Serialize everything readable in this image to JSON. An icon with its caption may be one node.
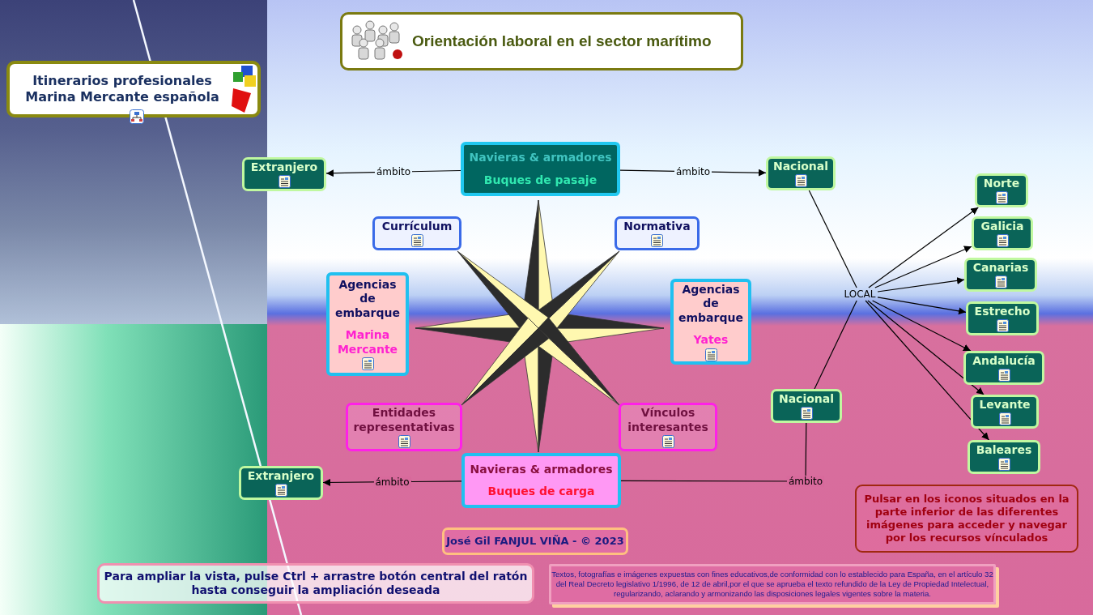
{
  "diagram": {
    "nodes": [
      {
        "text": [
          "Orientación laboral en el sector marítimo"
        ]
      },
      {
        "text": [
          "Itinerarios profesionales Marina Mercante española"
        ]
      },
      {
        "text": [
          "Navieras & armadores",
          "Buques de pasaje"
        ]
      },
      {
        "text": [
          "Extranjero"
        ]
      },
      {
        "text": [
          "Nacional"
        ]
      },
      {
        "text": [
          "Currículum"
        ]
      },
      {
        "text": [
          "Normativa"
        ]
      },
      {
        "text": [
          "Agencias de embarque",
          "Marina Mercante"
        ]
      },
      {
        "text": [
          "Agencias de embarque",
          "Yates"
        ]
      },
      {
        "text": [
          "Entidades representativas"
        ]
      },
      {
        "text": [
          "Vínculos interesantes"
        ]
      },
      {
        "text": [
          "Navieras & armadores",
          "Buques de carga"
        ]
      },
      {
        "text": [
          "Extranjero"
        ]
      },
      {
        "text": [
          "Nacional"
        ]
      },
      {
        "text": [
          "LOCAL"
        ]
      },
      {
        "text": [
          "Norte"
        ]
      },
      {
        "text": [
          "Galicia"
        ]
      },
      {
        "text": [
          "Canarias"
        ]
      },
      {
        "text": [
          "Estrecho"
        ]
      },
      {
        "text": [
          "Andalucía"
        ]
      },
      {
        "text": [
          "Levante"
        ]
      },
      {
        "text": [
          "Baleares"
        ]
      },
      {
        "text": [
          "José Gil FANJUL VIÑA - © 2023"
        ]
      },
      {
        "text": [
          "Para ampliar la vista, pulse Ctrl + arrastre botón central del ratón hasta conseguir la ampliación deseada"
        ]
      },
      {
        "text": [
          "Pulsar en los iconos situados en la parte inferior de las diferentes imágenes para acceder y navegar por los recursos vínculados"
        ]
      },
      {
        "text": [
          "Textos, fotografías e imágenes expuestas con fines educativos,de conformidad con lo establecido para España, en el artículo 32 del Real Decreto legislativo 1/1996, de 12 de abril,por el que se aprueba el texto refundido de la Ley de Propiedad Intelectual, regularizando, aclarando y armonizando las disposiciones legales vigentes sobre la materia."
        ]
      }
    ],
    "edges": [
      {
        "from": 2,
        "to": 3,
        "arrow": "to",
        "label": "ámbito"
      },
      {
        "from": 2,
        "to": 4,
        "arrow": "to",
        "label": "ámbito"
      },
      {
        "from": 11,
        "to": 12,
        "arrow": "to",
        "label": "ámbito"
      },
      {
        "from": 11,
        "to": 13,
        "arrow": "none",
        "label": "ámbito"
      },
      {
        "from": 4,
        "to": 14,
        "arrow": "none"
      },
      {
        "from": 13,
        "to": 14,
        "arrow": "none"
      },
      {
        "from": 14,
        "to": 15,
        "arrow": "to"
      },
      {
        "from": 14,
        "to": 16,
        "arrow": "to"
      },
      {
        "from": 14,
        "to": 17,
        "arrow": "to"
      },
      {
        "from": 14,
        "to": 18,
        "arrow": "to"
      },
      {
        "from": 14,
        "to": 19,
        "arrow": "to"
      },
      {
        "from": 14,
        "to": 20,
        "arrow": "to"
      },
      {
        "from": 14,
        "to": 21,
        "arrow": "to"
      }
    ]
  }
}
